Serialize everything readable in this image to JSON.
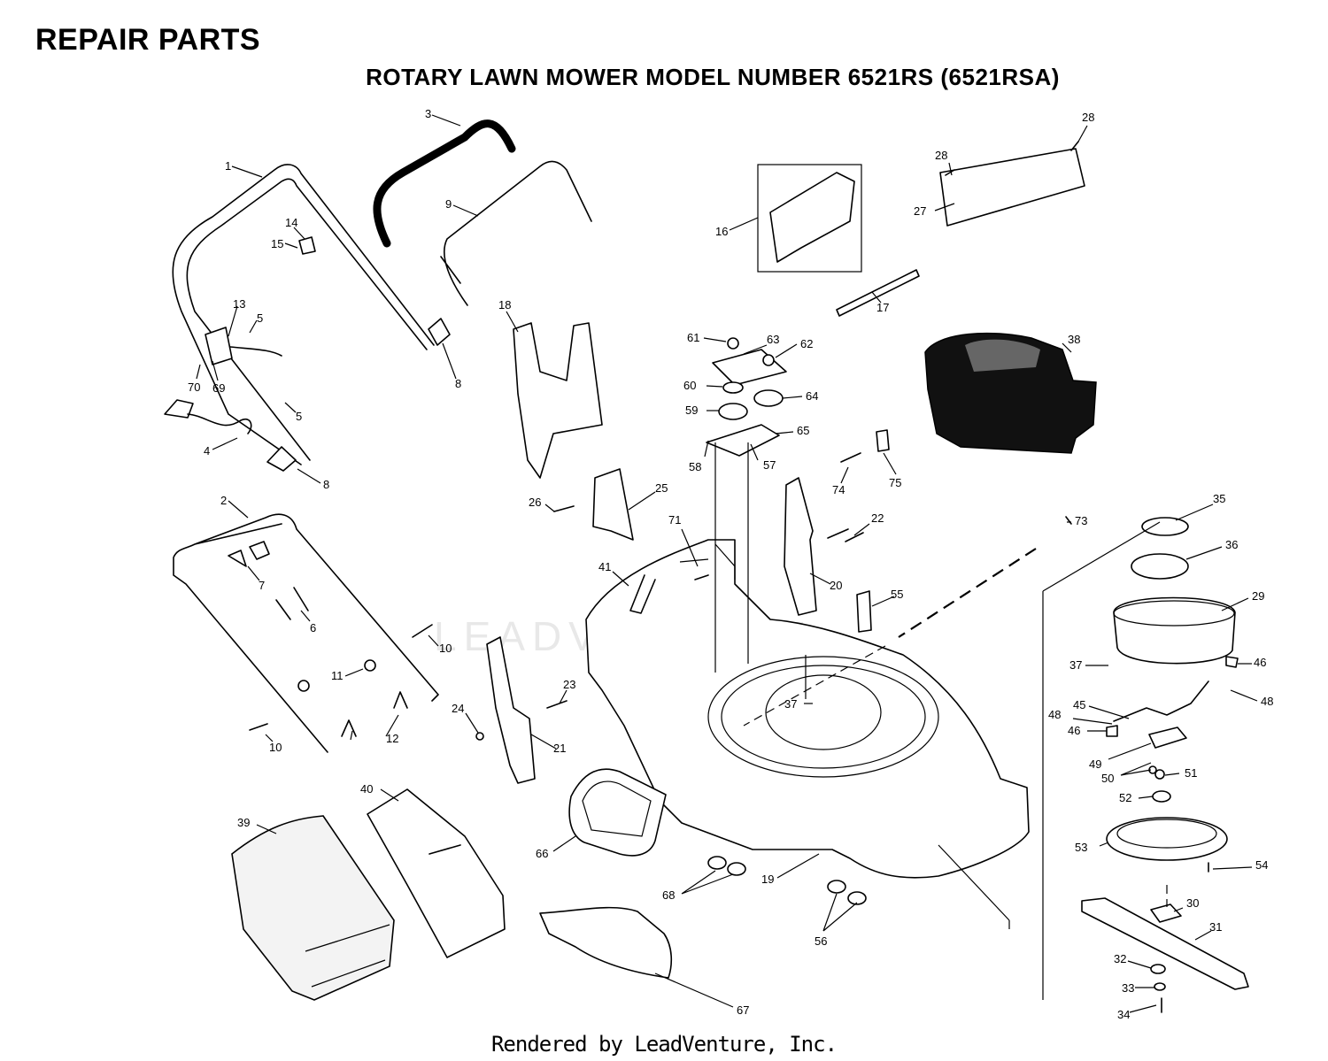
{
  "header": {
    "title": "REPAIR PARTS",
    "subtitle": "ROTARY LAWN MOWER MODEL NUMBER 6521RS (6521RSA)"
  },
  "footer": {
    "text": "Rendered by LeadVenture, Inc."
  },
  "watermark": {
    "text": "LEADVENTURE"
  },
  "callouts": [
    {
      "id": "c1",
      "label": "1"
    },
    {
      "id": "c2",
      "label": "2"
    },
    {
      "id": "c3",
      "label": "3"
    },
    {
      "id": "c4",
      "label": "4"
    },
    {
      "id": "c5a",
      "label": "5"
    },
    {
      "id": "c5b",
      "label": "5"
    },
    {
      "id": "c6",
      "label": "6"
    },
    {
      "id": "c7",
      "label": "7"
    },
    {
      "id": "c8a",
      "label": "8"
    },
    {
      "id": "c8b",
      "label": "8"
    },
    {
      "id": "c9",
      "label": "9"
    },
    {
      "id": "c10a",
      "label": "10"
    },
    {
      "id": "c10b",
      "label": "10"
    },
    {
      "id": "c11",
      "label": "11"
    },
    {
      "id": "c12",
      "label": "12"
    },
    {
      "id": "c13",
      "label": "13"
    },
    {
      "id": "c14",
      "label": "14"
    },
    {
      "id": "c15",
      "label": "15"
    },
    {
      "id": "c16",
      "label": "16"
    },
    {
      "id": "c17",
      "label": "17"
    },
    {
      "id": "c18",
      "label": "18"
    },
    {
      "id": "c19",
      "label": "19"
    },
    {
      "id": "c20",
      "label": "20"
    },
    {
      "id": "c21",
      "label": "21"
    },
    {
      "id": "c22",
      "label": "22"
    },
    {
      "id": "c23",
      "label": "23"
    },
    {
      "id": "c24",
      "label": "24"
    },
    {
      "id": "c25",
      "label": "25"
    },
    {
      "id": "c26",
      "label": "26"
    },
    {
      "id": "c27",
      "label": "27"
    },
    {
      "id": "c28a",
      "label": "28"
    },
    {
      "id": "c28b",
      "label": "28"
    },
    {
      "id": "c29",
      "label": "29"
    },
    {
      "id": "c30",
      "label": "30"
    },
    {
      "id": "c31",
      "label": "31"
    },
    {
      "id": "c32",
      "label": "32"
    },
    {
      "id": "c33",
      "label": "33"
    },
    {
      "id": "c34",
      "label": "34"
    },
    {
      "id": "c35",
      "label": "35"
    },
    {
      "id": "c36",
      "label": "36"
    },
    {
      "id": "c37a",
      "label": "37"
    },
    {
      "id": "c37b",
      "label": "37"
    },
    {
      "id": "c38",
      "label": "38"
    },
    {
      "id": "c39",
      "label": "39"
    },
    {
      "id": "c40",
      "label": "40"
    },
    {
      "id": "c41",
      "label": "41"
    },
    {
      "id": "c45",
      "label": "45"
    },
    {
      "id": "c46a",
      "label": "46"
    },
    {
      "id": "c46b",
      "label": "46"
    },
    {
      "id": "c48a",
      "label": "48"
    },
    {
      "id": "c48b",
      "label": "48"
    },
    {
      "id": "c49",
      "label": "49"
    },
    {
      "id": "c50",
      "label": "50"
    },
    {
      "id": "c51",
      "label": "51"
    },
    {
      "id": "c52",
      "label": "52"
    },
    {
      "id": "c53",
      "label": "53"
    },
    {
      "id": "c54",
      "label": "54"
    },
    {
      "id": "c55",
      "label": "55"
    },
    {
      "id": "c56",
      "label": "56"
    },
    {
      "id": "c57",
      "label": "57"
    },
    {
      "id": "c58",
      "label": "58"
    },
    {
      "id": "c59",
      "label": "59"
    },
    {
      "id": "c60",
      "label": "60"
    },
    {
      "id": "c61",
      "label": "61"
    },
    {
      "id": "c62",
      "label": "62"
    },
    {
      "id": "c63",
      "label": "63"
    },
    {
      "id": "c64",
      "label": "64"
    },
    {
      "id": "c65",
      "label": "65"
    },
    {
      "id": "c66",
      "label": "66"
    },
    {
      "id": "c67",
      "label": "67"
    },
    {
      "id": "c68",
      "label": "68"
    },
    {
      "id": "c69",
      "label": "69"
    },
    {
      "id": "c70",
      "label": "70"
    },
    {
      "id": "c71",
      "label": "71"
    },
    {
      "id": "c73",
      "label": "73"
    },
    {
      "id": "c74",
      "label": "74"
    },
    {
      "id": "c75",
      "label": "75"
    }
  ]
}
